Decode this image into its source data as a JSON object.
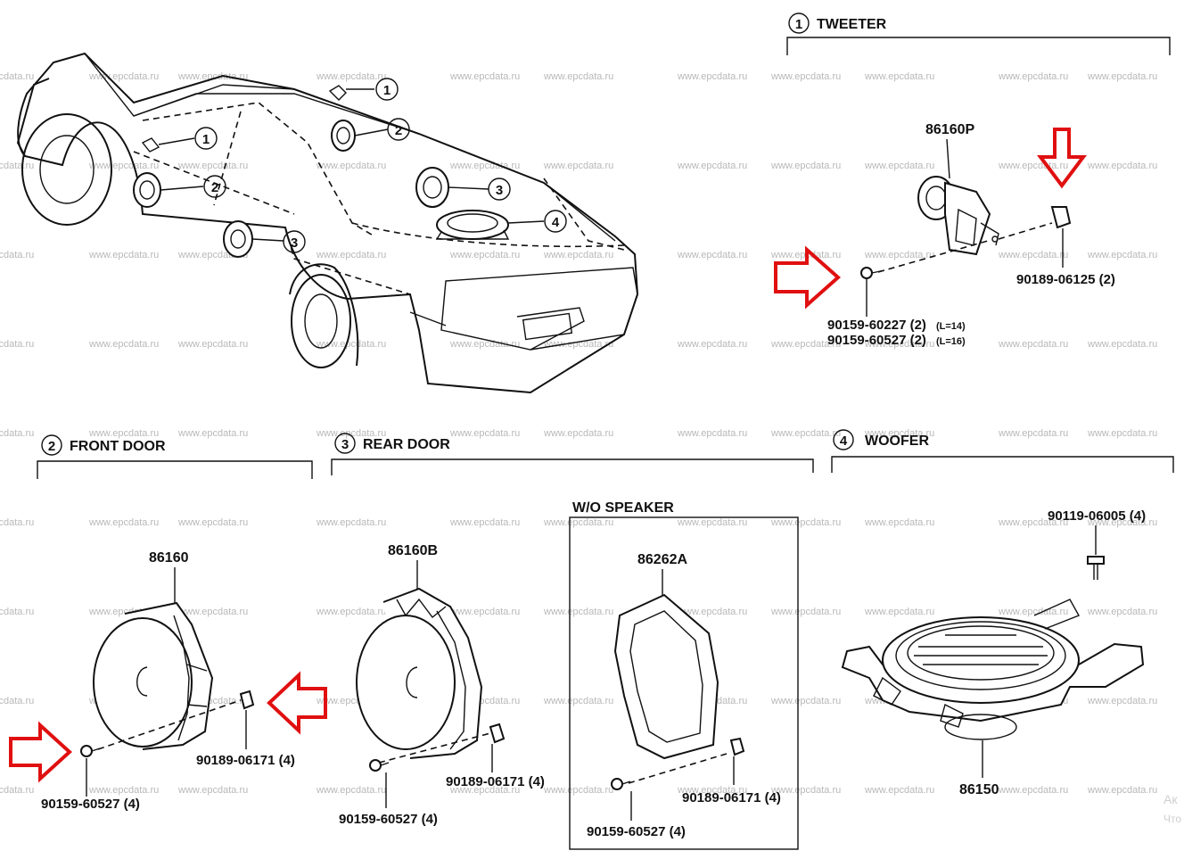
{
  "watermark": "www.epcdata.ru",
  "sections": {
    "tweeter": {
      "num": "1",
      "title": "TWEETER",
      "part": "86160P",
      "fastener": "90189-06125 (2)",
      "screw1": "90159-60227 (2)",
      "screw1_note": "(L=14)",
      "screw2": "90159-60527 (2)",
      "screw2_note": "(L=16)"
    },
    "front_door": {
      "num": "2",
      "title": "FRONT DOOR",
      "part": "86160",
      "fastener": "90189-06171 (4)",
      "screw": "90159-60527 (4)"
    },
    "rear_door": {
      "num": "3",
      "title": "REAR DOOR",
      "part": "86160B",
      "fastener": "90189-06171 (4)",
      "screw": "90159-60527 (4)"
    },
    "wo_speaker": {
      "title": "W/O SPEAKER",
      "part": "86262A",
      "fastener": "90189-06171 (4)",
      "screw": "90159-60527 (4)"
    },
    "woofer": {
      "num": "4",
      "title": "WOOFER",
      "part": "86150",
      "bolt": "90119-06005 (4)"
    }
  },
  "car_callouts": [
    "1",
    "2",
    "3",
    "1",
    "2",
    "3",
    "4"
  ],
  "corner_text": {
    "line1": "Ак",
    "line2": "Что"
  },
  "colors": {
    "arrow": "#e01010",
    "ink": "#111111",
    "watermark": "#b8b8b8"
  }
}
